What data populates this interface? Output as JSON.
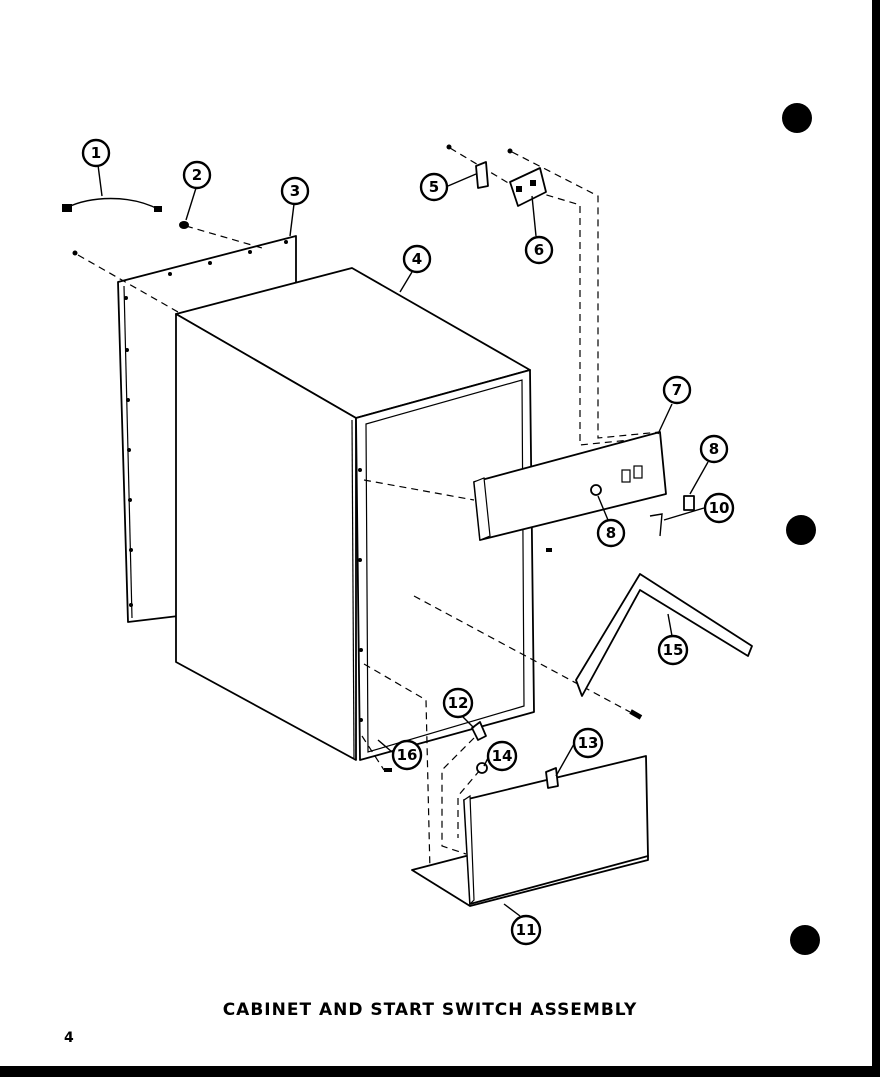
{
  "caption": "CABINET AND START SWITCH ASSEMBLY",
  "page_number": "4",
  "callouts": [
    {
      "id": "1",
      "label": "1"
    },
    {
      "id": "2",
      "label": "2"
    },
    {
      "id": "3",
      "label": "3"
    },
    {
      "id": "4",
      "label": "4"
    },
    {
      "id": "5",
      "label": "5"
    },
    {
      "id": "6",
      "label": "6"
    },
    {
      "id": "7",
      "label": "7"
    },
    {
      "id": "8a",
      "label": "8"
    },
    {
      "id": "8b",
      "label": "8"
    },
    {
      "id": "10",
      "label": "10"
    },
    {
      "id": "11",
      "label": "11"
    },
    {
      "id": "12",
      "label": "12"
    },
    {
      "id": "13",
      "label": "13"
    },
    {
      "id": "14",
      "label": "14"
    },
    {
      "id": "15",
      "label": "15"
    },
    {
      "id": "16",
      "label": "16"
    }
  ]
}
